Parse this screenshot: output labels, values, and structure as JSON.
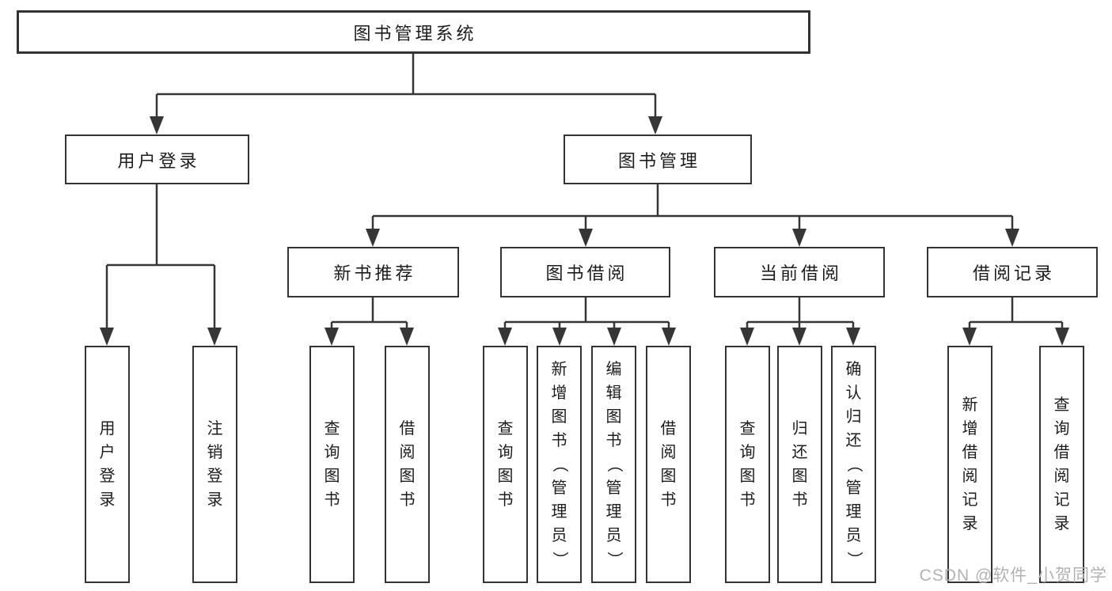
{
  "diagram": {
    "root": {
      "label": "图书管理系统"
    },
    "branches": [
      {
        "label": "用户登录",
        "children": [
          {
            "label": "用户登录"
          },
          {
            "label": "注销登录"
          }
        ]
      },
      {
        "label": "图书管理",
        "children": [
          {
            "label": "新书推荐",
            "children": [
              {
                "label": "查询图书"
              },
              {
                "label": "借阅图书"
              }
            ]
          },
          {
            "label": "图书借阅",
            "children": [
              {
                "label": "查询图书"
              },
              {
                "label": "新增图书（管理员）"
              },
              {
                "label": "编辑图书（管理员）"
              },
              {
                "label": "借阅图书"
              }
            ]
          },
          {
            "label": "当前借阅",
            "children": [
              {
                "label": "查询图书"
              },
              {
                "label": "归还图书"
              },
              {
                "label": "确认归还（管理员）"
              }
            ]
          },
          {
            "label": "借阅记录",
            "children": [
              {
                "label": "新增借阅记录"
              },
              {
                "label": "查询借阅记录"
              }
            ]
          }
        ]
      }
    ]
  },
  "watermark": {
    "text": "CSDN @软件_小贺同学"
  },
  "colors": {
    "line": "#363636",
    "border": "#333333",
    "text": "#1c1c1c",
    "watermark": "#b2b2b2"
  }
}
